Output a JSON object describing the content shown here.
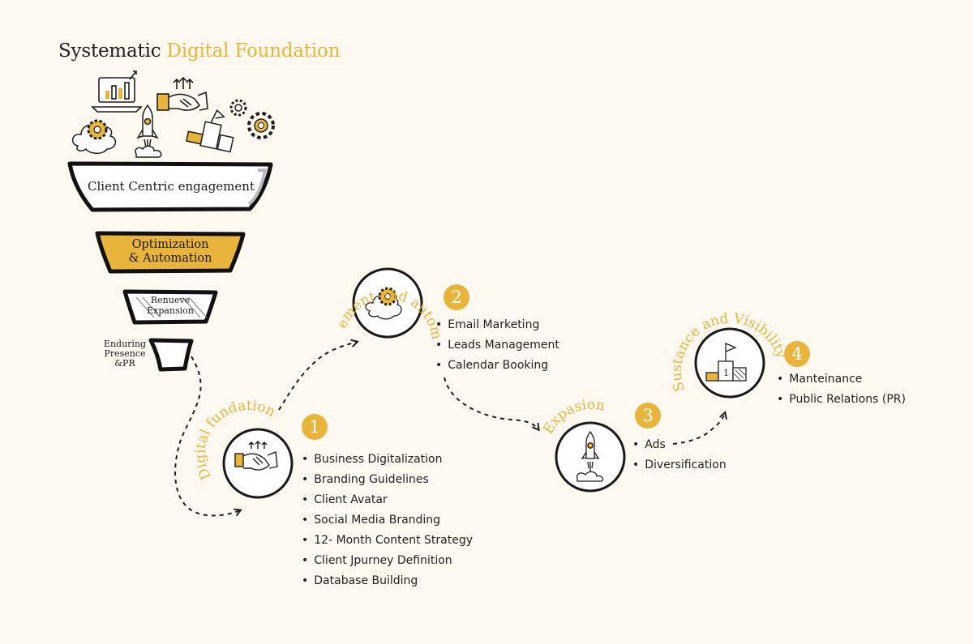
{
  "title": {
    "part1": "Systematic",
    "part2": "Digital Foundation"
  },
  "colors": {
    "accent": "#e8b43c",
    "ink": "#1e1e1e",
    "background": "#fdf8f0"
  },
  "funnel": {
    "tier1": "Client Centric engagement",
    "tier2_line1": "Optimization",
    "tier2_line2": "& Automation",
    "tier3_line1": "Renueve",
    "tier3_line2": "Expansion",
    "tier4_line1": "Enduring",
    "tier4_line2": "Presence",
    "tier4_line3": "&PR"
  },
  "steps": [
    {
      "number": "1",
      "label": "Digital fundation",
      "icon": "handshake-icon",
      "items": [
        "Business Digitalization",
        "Branding Guidelines",
        "Client Avatar",
        "Social Media Branding",
        "12- Month Content Strategy",
        "Client Jpurney Definition",
        "Database  Building"
      ]
    },
    {
      "number": "2",
      "label": "Engagement and automation",
      "icon": "gear-cloud-icon",
      "items": [
        "Email Marketing",
        "Leads Management",
        "Calendar Booking"
      ]
    },
    {
      "number": "3",
      "label": "Expasion",
      "icon": "rocket-icon",
      "items": [
        "Ads",
        "Diversification"
      ]
    },
    {
      "number": "4",
      "label": "Sustance and Visibility",
      "icon": "podium-icon",
      "items": [
        "Manteinance",
        "Public Relations (PR)"
      ]
    }
  ],
  "podium_number": "1"
}
